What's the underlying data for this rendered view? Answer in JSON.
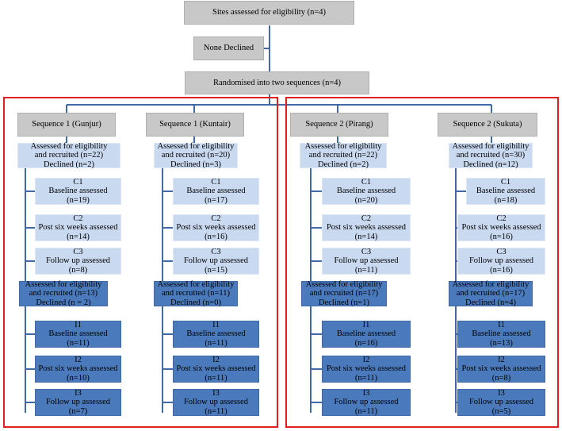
{
  "top": {
    "sites": "Sites assessed for eligibility (n=4)",
    "declined": "None Declined",
    "randomised": "Randomised into two sequences (n=4)"
  },
  "columns": [
    {
      "title": "Sequence 1 (Gunjur)",
      "control_recruit": "Assessed for eligibility\nand recruited (n=22)\nDeclined (n=2)",
      "c1": "C1\nBaseline assessed\n(n=19)",
      "c2": "C2\nPost six weeks assessed\n(n=14)",
      "c3": "C3\nFollow up assessed\n(n=8)",
      "intervention_recruit": "Assessed for eligibility\nand recruited (n=13)\nDeclined (n = 2)",
      "i1": "I1\nBaseline assessed\n(n=11)",
      "i2": "I2\nPost six weeks assessed\n(n=10)",
      "i3": "I3\nFollow up assessed\n(n=7)"
    },
    {
      "title": "Sequence 1 (Kuntair)",
      "control_recruit": "Assessed for eligibility\nand recruited (n=20)\nDeclined (n=3)",
      "c1": "C1\nBaseline assessed\n(n=17)",
      "c2": "C2\nPost six weeks assessed\n(n=16)",
      "c3": "C3\nFollow up assessed\n(n=15)",
      "intervention_recruit": "Assessed for eligibility\nand recruited (n=11)\nDeclined (n=0)",
      "i1": "I1\nBaseline assessed\n(n=11)",
      "i2": "I2\nPost six weeks assessed\n(n=11)",
      "i3": "I3\nFollow up assessed\n(n=11)"
    },
    {
      "title": "Sequence 2 (Pirang)",
      "control_recruit": "Assessed for eligibility\nand recruited (n=22)\nDeclined (n=2)",
      "c1": "C1\nBaseline assessed\n(n=20)",
      "c2": "C2\nPost six weeks assessed\n(n=14)",
      "c3": "C3\nFollow up assessed\n(n=11)",
      "intervention_recruit": "Assessed for eligibility\nand recruited (n=17)\nDeclined (n=1)",
      "i1": "I1\nBaseline assessed\n(n=16)",
      "i2": "I2\nPost six weeks assessed\n(n=11)",
      "i3": "I3\nFollow up assessed\n(n=11)"
    },
    {
      "title": "Sequence 2 (Sukuta)",
      "control_recruit": "Assessed for eligibility\nand recruited (n=30)\nDeclined (n=12)",
      "c1": "C1\nBaseline assessed\n(n=18)",
      "c2": "C2\nPost six weeks assessed\n(n=16)",
      "c3": "C3\nFollow up assessed\n(n=16)",
      "intervention_recruit": "Assessed for eligibility\nand recruited (n=17)\nDeclined (n=4)",
      "i1": "I1\nBaseline assessed\n(n=13)",
      "i2": "I2\nPost six weeks assessed\n(n=8)",
      "i3": "I3\nFollow up assessed\n(n=5)"
    }
  ],
  "colors": {
    "header_gray": "#c8c8c8",
    "control_light": "#c9d9f0",
    "intervention_dark": "#4a7abb",
    "connector": "#3f6aa6",
    "sequence_frame": "#e02020"
  }
}
